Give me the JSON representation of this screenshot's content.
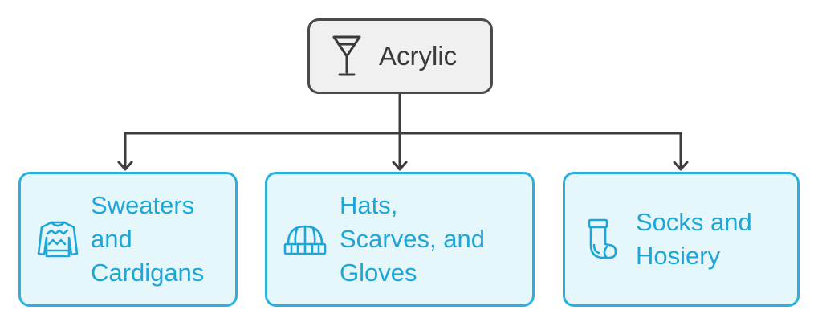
{
  "root": {
    "label": "Acrylic",
    "icon": "cocktail-glass-icon"
  },
  "children": [
    {
      "label": "Sweaters and Cardigans",
      "lines": [
        "Sweaters",
        "and",
        "Cardigans"
      ],
      "icon": "sweater-icon"
    },
    {
      "label": "Hats, Scarves, and Gloves",
      "lines": [
        "Hats,",
        "Scarves, and",
        "Gloves"
      ],
      "icon": "beanie-hat-icon"
    },
    {
      "label": "Socks and Hosiery",
      "lines": [
        "Socks and",
        "Hosiery"
      ],
      "icon": "sock-icon"
    }
  ],
  "colors": {
    "root_fill": "#f0f0f0",
    "root_border": "#4a4a4a",
    "child_fill": "#e6f7fc",
    "child_border": "#2ab0dd",
    "child_text": "#1da7d8",
    "connector": "#3d3d3d"
  }
}
